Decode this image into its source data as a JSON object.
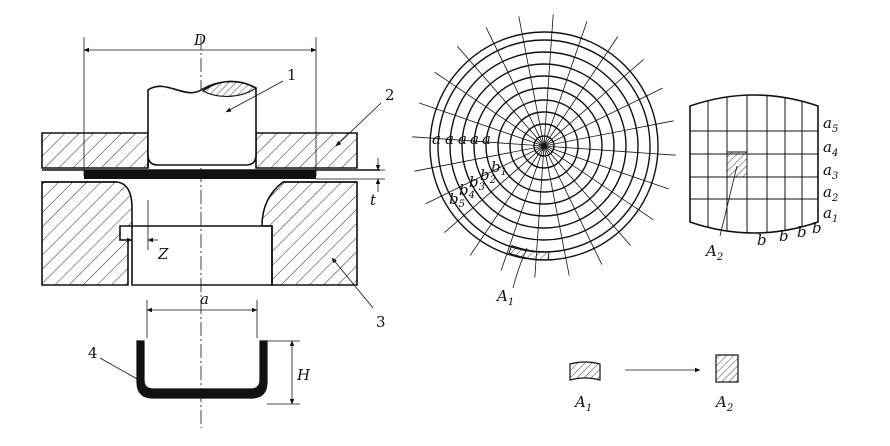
{
  "labels": {
    "D": "D",
    "t": "t",
    "Z": "Z",
    "a": "a",
    "H": "H",
    "part1": "1",
    "part2": "2",
    "part3": "3",
    "part4": "4",
    "ring_mark": "a",
    "A": "A",
    "sub1": "1",
    "sub2": "2",
    "sub3": "3",
    "sub4": "4",
    "sub5": "5",
    "b": "b"
  }
}
